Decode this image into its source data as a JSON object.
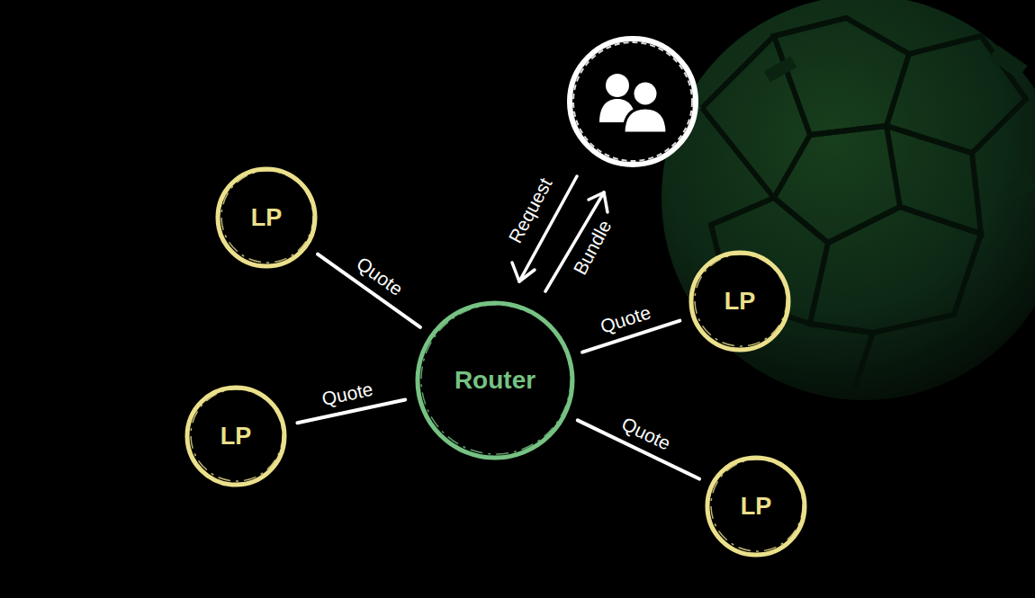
{
  "diagram": {
    "nodes": [
      {
        "text": [
          "LP"
        ]
      },
      {
        "text": [
          "LP"
        ]
      },
      {
        "text": [
          "Router"
        ]
      },
      {
        "text": [
          "LP"
        ]
      },
      {
        "text": [
          "LP"
        ]
      }
    ],
    "edges": [
      {
        "from": 0,
        "to": 2,
        "label": "Quote",
        "arrow": "none"
      },
      {
        "from": 1,
        "to": 2,
        "label": "Quote",
        "arrow": "none"
      },
      {
        "from": 3,
        "to": 2,
        "label": "Quote",
        "arrow": "none"
      },
      {
        "from": 4,
        "to": 2,
        "label": "Quote",
        "arrow": "none"
      }
    ],
    "labels": [
      "Request",
      "Bundle"
    ]
  }
}
